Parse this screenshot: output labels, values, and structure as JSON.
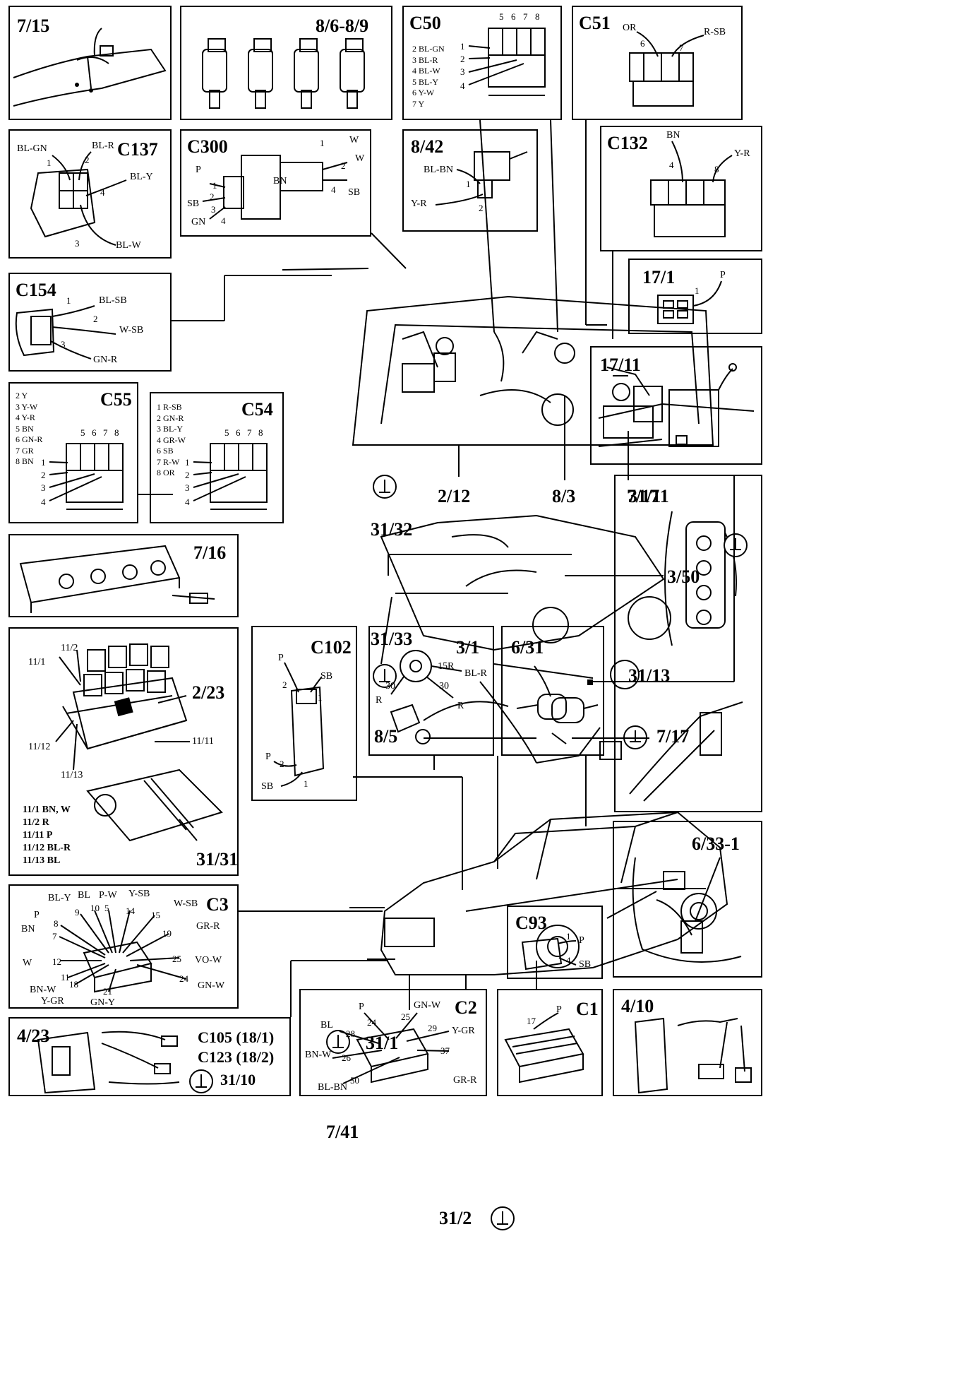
{
  "panels": {
    "p715": {
      "title": "7/15"
    },
    "p86": {
      "title": "8/6-8/9"
    },
    "c50": {
      "title": "C50",
      "legend": [
        "2 BL-GN",
        "3 BL-R",
        "4 BL-W",
        "5 BL-Y",
        "6 Y-W",
        "7 Y"
      ],
      "top_pins": [
        "5",
        "6",
        "7",
        "8"
      ],
      "side_pins": [
        "1",
        "2",
        "3",
        "4"
      ]
    },
    "c51": {
      "title": "C51",
      "w1": "OR",
      "w2": "R-SB",
      "pin1": "6",
      "pin2": "7"
    },
    "c137": {
      "title": "C137",
      "w1": "BL-GN",
      "w2": "BL-R",
      "w3": "BL-Y",
      "w4": "BL-W",
      "pin1": "1",
      "pin2": "2",
      "pin4": "4",
      "pin3": "3"
    },
    "c300": {
      "title": "C300",
      "p": "P",
      "sb": "SB",
      "gn": "GN",
      "bn": "BN",
      "w1": "W",
      "w2": "W",
      "sb2": "SB",
      "pins": [
        "1",
        "2",
        "3",
        "4",
        "1",
        "2",
        "4"
      ]
    },
    "p842": {
      "title": "8/42",
      "w1": "BL-BN",
      "w2": "Y-R",
      "pin1": "1",
      "pin2": "2"
    },
    "c132": {
      "title": "C132",
      "w1": "BN",
      "w2": "Y-R",
      "pin1": "4",
      "pin2": "8"
    },
    "c154": {
      "title": "C154",
      "w1": "BL-SB",
      "w2": "W-SB",
      "w3": "GN-R",
      "pin1": "1",
      "pin2": "2",
      "pin3": "3"
    },
    "p171": {
      "title": "17/1",
      "w1": "P",
      "pin1": "1"
    },
    "p1711": {
      "title": "17/11"
    },
    "c55": {
      "title": "C55",
      "legend": [
        "2 Y",
        "3 Y-W",
        "4 Y-R",
        "5 BN",
        "6 GN-R",
        "7 GR",
        "8 BN"
      ],
      "top_pins": [
        "5",
        "6",
        "7",
        "8"
      ],
      "side_pins": [
        "1",
        "2",
        "3",
        "4"
      ]
    },
    "c54": {
      "title": "C54",
      "legend": [
        "1 R-SB",
        "2 GN-R",
        "3 BL-Y",
        "4 GR-W",
        "6 SB",
        "7 R-W",
        "8 OR"
      ],
      "top_pins": [
        "5",
        "6",
        "7",
        "8"
      ],
      "side_pins": [
        "1",
        "2",
        "3",
        "4"
      ]
    },
    "p716": {
      "title": "7/16"
    },
    "p3111": {
      "title": "31/11",
      "title2": "31/13"
    },
    "fuse": {
      "label_2_23": "2/23",
      "label_31_31": "31/31",
      "callouts": [
        "11/2",
        "11/1",
        "11/12",
        "11/13",
        "11/11"
      ],
      "legend": [
        "11/1 BN, W",
        "11/2 R",
        "11/11 P",
        "11/12 BL-R",
        "11/13 BL"
      ]
    },
    "c102": {
      "title": "C102",
      "p1": "P",
      "sb1": "SB",
      "p2": "P",
      "sb2": "SB",
      "pins": [
        "2",
        "1",
        "2",
        "1"
      ]
    },
    "p31": {
      "title": "3/1",
      "w15r": "15R",
      "wblr": "BL-R",
      "w30a": "30",
      "w30b": "30",
      "wr1": "R",
      "wr2": "R"
    },
    "p631": {
      "title": "6/31"
    },
    "c3": {
      "title": "C3",
      "labels": [
        "BL-Y",
        "BL",
        "P-W",
        "Y-SB",
        "W-SB",
        "P",
        "BN",
        "GR-R",
        "W",
        "VO-W",
        "BN-W",
        "GN-W",
        "Y-GR",
        "GN-Y"
      ],
      "pins": [
        "9",
        "10",
        "5",
        "14",
        "15",
        "8",
        "7",
        "19",
        "12",
        "25",
        "11",
        "18",
        "24",
        "21"
      ]
    },
    "p6331": {
      "title": "6/33-1"
    },
    "c93": {
      "title": "C93",
      "w1": "P",
      "w2": "SB",
      "pin1": "1",
      "pin2": "4"
    },
    "p423": {
      "title": "4/23",
      "c105": "C105 (18/1)",
      "c123": "C123 (18/2)",
      "g": "31/10"
    },
    "c2": {
      "title": "C2",
      "labels": [
        "P",
        "GN-W",
        "BL",
        "Y-GR",
        "BN-W",
        "GR-R",
        "BL-BN"
      ],
      "pins": [
        "24",
        "25",
        "28",
        "29",
        "26",
        "37",
        "50"
      ]
    },
    "c1": {
      "title": "C1",
      "w1": "P",
      "pin1": "17"
    },
    "p410": {
      "title": "4/10"
    }
  },
  "callouts": {
    "c2_12": "2/12",
    "c8_3": "8/3",
    "c7_17a": "7/17",
    "c31_32": "31/32",
    "c3_50": "3/50",
    "c31_33": "31/33",
    "c8_5": "8/5",
    "c7_17b": "7/17",
    "c31_1": "31/1",
    "c7_41": "7/41",
    "c31_2": "31/2"
  }
}
